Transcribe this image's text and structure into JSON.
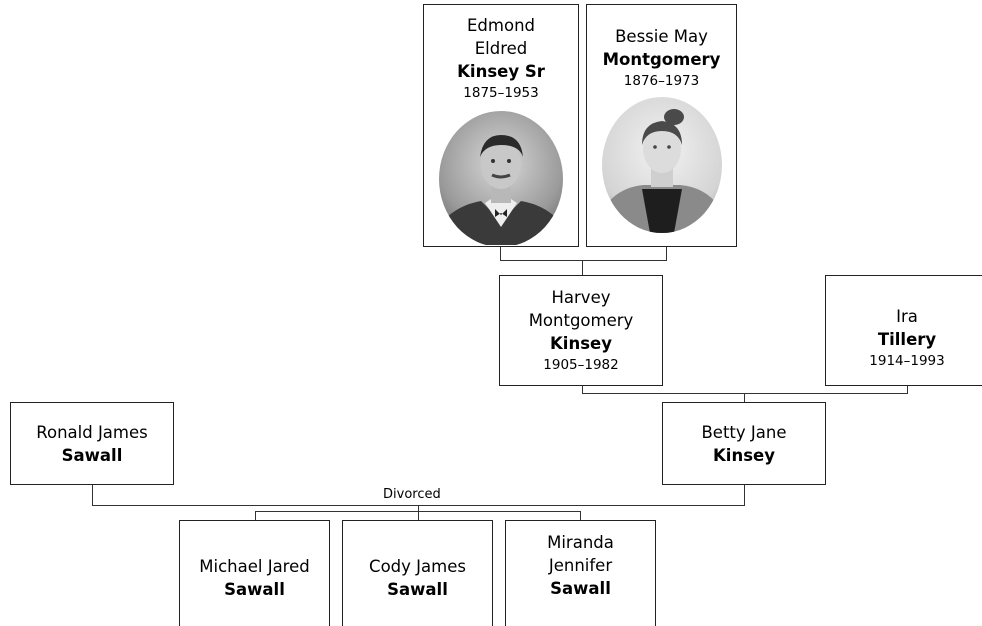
{
  "note": {
    "divorced": "Divorced"
  },
  "people": {
    "edmond": {
      "given1": "Edmond",
      "given2": "Eldred",
      "surname": "Kinsey Sr",
      "dates": "1875–1953",
      "portrait": "man-portrait-photo"
    },
    "bessie": {
      "given1": "Bessie May",
      "surname": "Montgomery",
      "dates": "1876–1973",
      "portrait": "woman-portrait-photo"
    },
    "harvey": {
      "given1": "Harvey",
      "given2": "Montgomery",
      "surname": "Kinsey",
      "dates": "1905–1982"
    },
    "ira": {
      "given1": "Ira",
      "surname": "Tillery",
      "dates": "1914–1993"
    },
    "ronald": {
      "given1": "Ronald James",
      "surname": "Sawall"
    },
    "betty": {
      "given1": "Betty Jane",
      "surname": "Kinsey"
    },
    "michael": {
      "given1": "Michael Jared",
      "surname": "Sawall"
    },
    "cody": {
      "given1": "Cody James",
      "surname": "Sawall"
    },
    "miranda": {
      "given1": "Miranda",
      "given2": "Jennifer",
      "surname": "Sawall"
    }
  }
}
